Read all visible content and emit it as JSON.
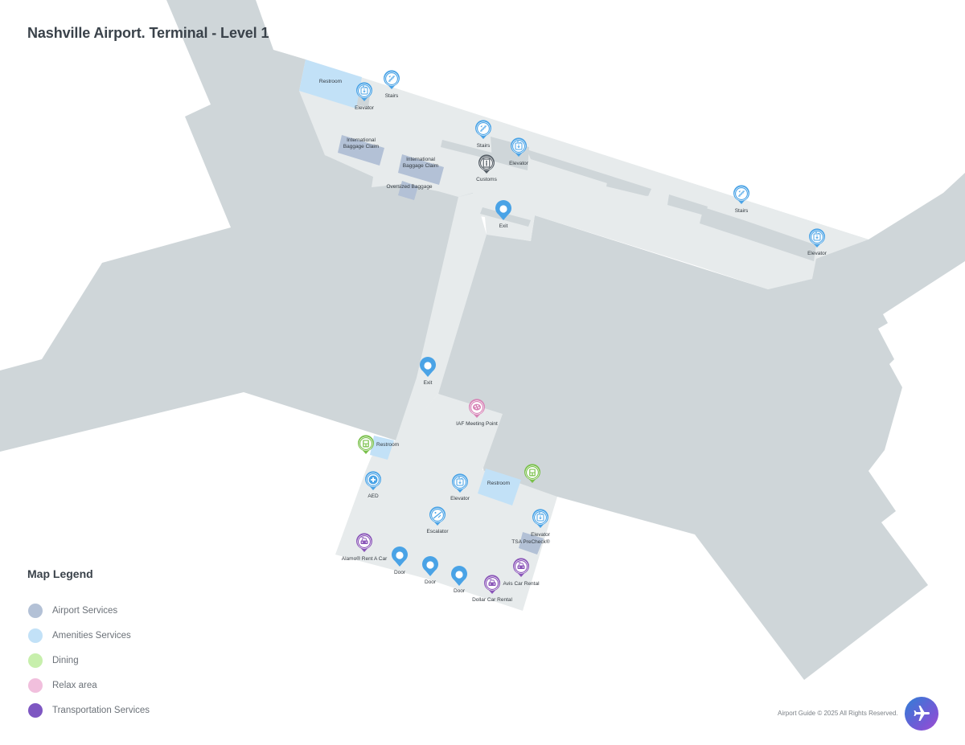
{
  "header": {
    "title": "Nashville Airport. Terminal - Level 1"
  },
  "colors": {
    "building": "#cfd6d9",
    "corridor": "#e7ebec",
    "airport_services": "#b3c1d6",
    "amenities_services": "#c2e1f7",
    "dining": "#c7efac",
    "relax_area": "#f1bfdd",
    "transportation_services": "#7e57c2",
    "pin_blue": "#4aa3e6",
    "pin_green": "#79c04a",
    "pin_pink": "#d783b6",
    "pin_purple": "#8a55b8",
    "pin_dark": "#555e66"
  },
  "areas": [
    {
      "label": "Restroom",
      "type": "amenities"
    },
    {
      "label_line1": "International",
      "label_line2": "Baggage Claim",
      "type": "airport"
    },
    {
      "label_line1": "International",
      "label_line2": "Baggage Claim",
      "type": "airport"
    },
    {
      "label": "Oversized Baggage",
      "type": "airport"
    },
    {
      "label": "Restroom",
      "type": "amenities"
    },
    {
      "label": "Restroom",
      "type": "amenities"
    },
    {
      "label": "TSA PreCheck®",
      "type": "airport"
    }
  ],
  "pois": [
    {
      "label": "Elevator",
      "icon": "elevator-icon"
    },
    {
      "label": "Stairs",
      "icon": "stairs-icon"
    },
    {
      "label": "Stairs",
      "icon": "stairs-icon"
    },
    {
      "label": "Elevator",
      "icon": "elevator-icon"
    },
    {
      "label": "Customs",
      "icon": "customs-icon"
    },
    {
      "label": "Exit",
      "icon": "exit-pin-icon"
    },
    {
      "label": "Stairs",
      "icon": "stairs-icon"
    },
    {
      "label": "Elevator",
      "icon": "elevator-icon"
    },
    {
      "label": "Exit",
      "icon": "exit-pin-icon"
    },
    {
      "label": "IAF Meeting Point",
      "icon": "meeting-point-icon"
    },
    {
      "label": "Restroom",
      "icon": "restroom-icon"
    },
    {
      "label": "AED",
      "icon": "aed-icon"
    },
    {
      "label": "Elevator",
      "icon": "elevator-icon"
    },
    {
      "label": "Restroom",
      "icon": "restroom-icon"
    },
    {
      "label": "Escalator",
      "icon": "escalator-icon"
    },
    {
      "label": "Elevator",
      "icon": "elevator-icon"
    },
    {
      "label": "Alamo® Rent A Car",
      "icon": "car-rental-icon"
    },
    {
      "label": "Door",
      "icon": "door-pin-icon"
    },
    {
      "label": "Door",
      "icon": "door-pin-icon"
    },
    {
      "label": "Door",
      "icon": "door-pin-icon"
    },
    {
      "label": "Dollar Car Rental",
      "icon": "car-rental-icon"
    },
    {
      "label": "Avis Car Rental",
      "icon": "car-rental-icon"
    }
  ],
  "legend": {
    "title": "Map Legend",
    "items": [
      {
        "label": "Airport Services",
        "color": "#b3c1d6"
      },
      {
        "label": "Amenities Services",
        "color": "#c2e1f7"
      },
      {
        "label": "Dining",
        "color": "#c7efac"
      },
      {
        "label": "Relax area",
        "color": "#f1bfdd"
      },
      {
        "label": "Transportation Services",
        "color": "#7e57c2"
      }
    ]
  },
  "footer": {
    "copyright": "Airport Guide © 2025 All Rights Reserved.",
    "logo_icon": "airplane-icon"
  }
}
